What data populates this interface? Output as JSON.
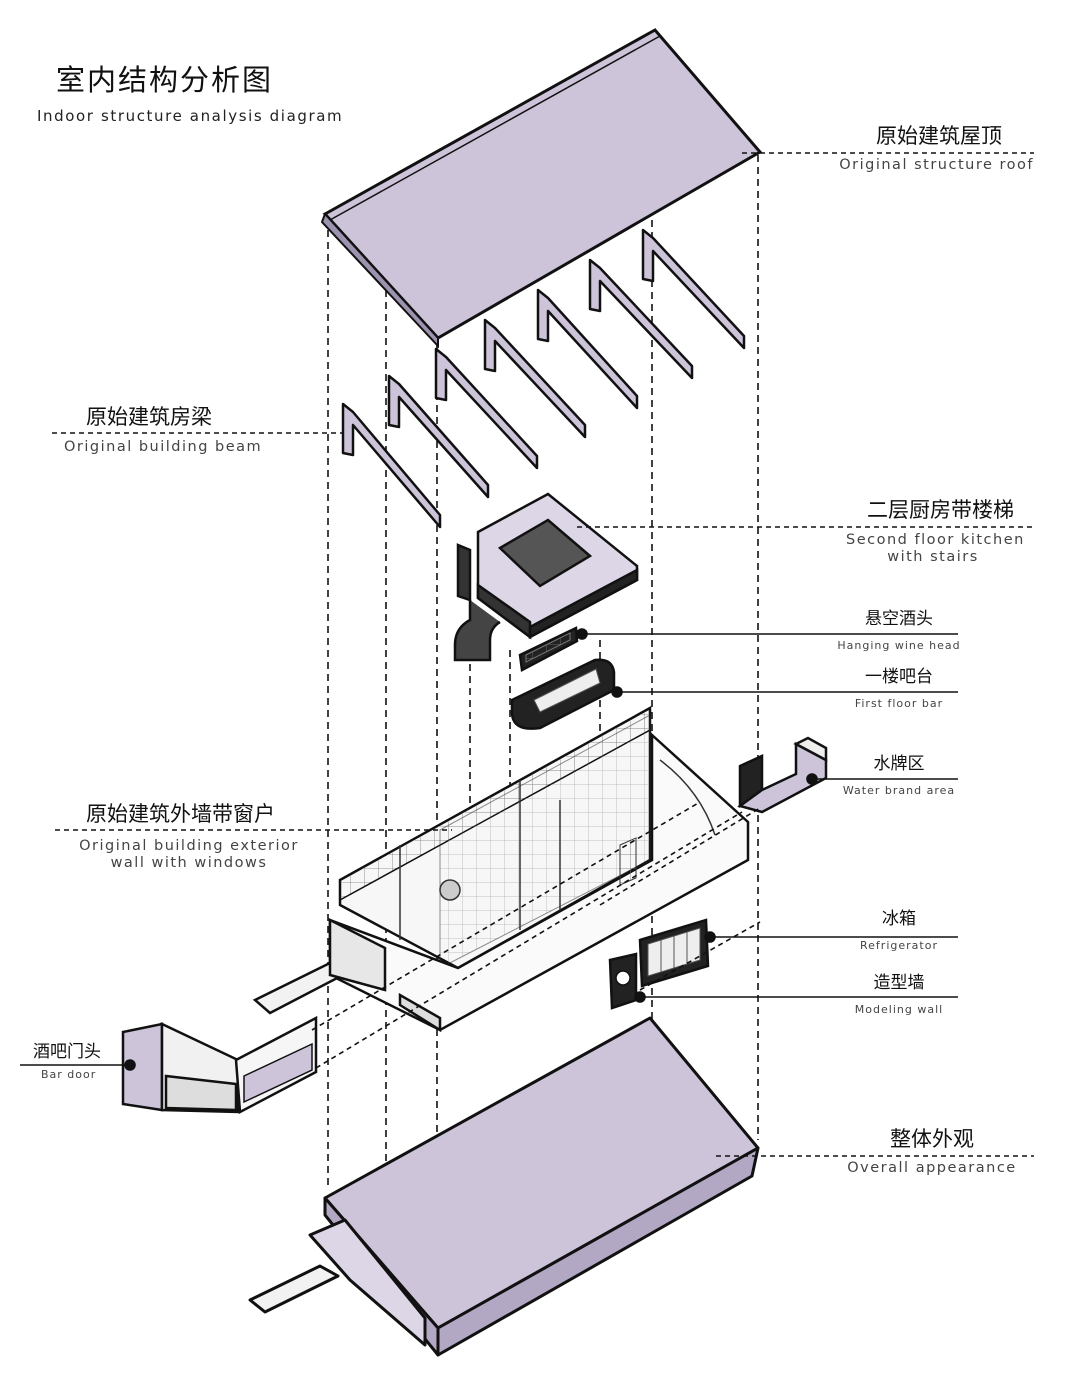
{
  "title": {
    "zh": "室内结构分析图",
    "en": "Indoor structure analysis diagram"
  },
  "colors": {
    "roof": "#cdc4da",
    "roof_dark": "#b3a8c4",
    "outline": "#111111",
    "line": "#111111"
  },
  "labels": {
    "roof": {
      "zh": "原始建筑屋顶",
      "en": "Original structure roof"
    },
    "beam": {
      "zh": "原始建筑房梁",
      "en": "Original building beam"
    },
    "kitchen": {
      "zh": "二层厨房带楼梯",
      "en1": "Second floor kitchen",
      "en2": "with stairs"
    },
    "wine_head": {
      "zh": "悬空酒头",
      "en": "Hanging wine head"
    },
    "bar": {
      "zh": "一楼吧台",
      "en": "First floor bar"
    },
    "water_brand": {
      "zh": "水牌区",
      "en": "Water brand area"
    },
    "exterior_wall": {
      "zh": "原始建筑外墙带窗户",
      "en1": "Original building exterior",
      "en2": "wall with windows"
    },
    "fridge": {
      "zh": "冰箱",
      "en": "Refrigerator"
    },
    "modeling_wall": {
      "zh": "造型墙",
      "en": "Modeling wall"
    },
    "bar_door": {
      "zh": "酒吧门头",
      "en": "Bar door"
    },
    "overall": {
      "zh": "整体外观",
      "en": "Overall appearance"
    }
  }
}
